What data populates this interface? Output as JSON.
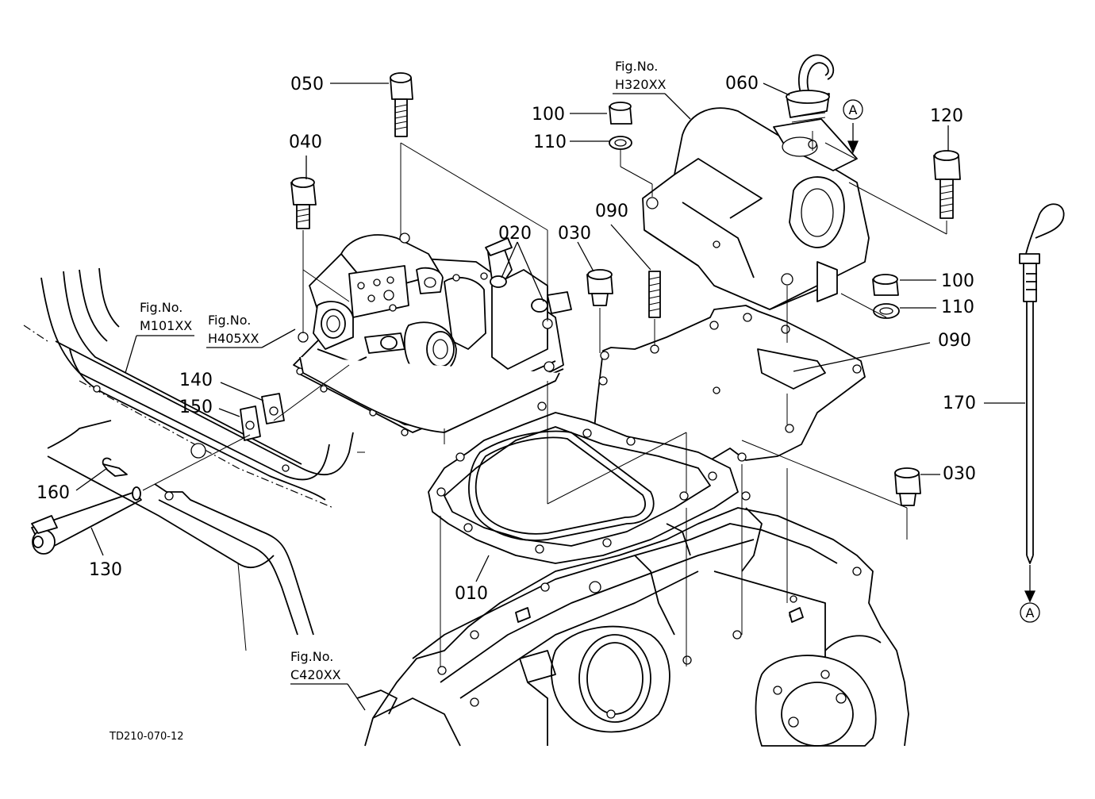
{
  "drawing_code": "TD210-070-12",
  "fig_refs": {
    "h320": {
      "title": "Fig.No.",
      "code": "H320XX"
    },
    "m101": {
      "title": "Fig.No.",
      "code": "M101XX"
    },
    "h405": {
      "title": "Fig.No.",
      "code": "H405XX"
    },
    "c420": {
      "title": "Fig.No.",
      "code": "C420XX"
    }
  },
  "callouts": {
    "p050": "050",
    "p040": "040",
    "p020": "020",
    "p030a": "030",
    "p030b": "030",
    "p090a": "090",
    "p090b": "090",
    "p100a": "100",
    "p100b": "100",
    "p110a": "110",
    "p110b": "110",
    "p060": "060",
    "p120": "120",
    "p140": "140",
    "p150": "150",
    "p160": "160",
    "p130": "130",
    "p010": "010",
    "p170": "170"
  },
  "view_marker": {
    "top": "A",
    "bottom": "A"
  }
}
